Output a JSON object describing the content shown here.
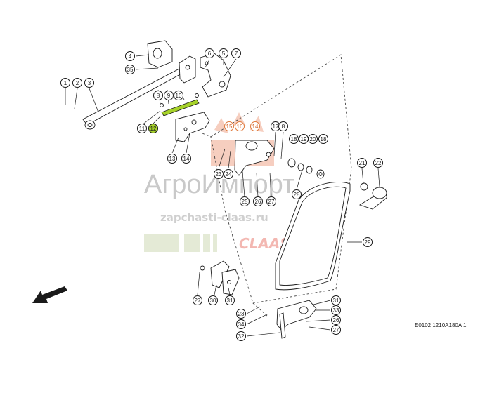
{
  "diagram_ref": "E0102 1210A180A 1",
  "watermark": {
    "brand_text": "АгроИмпорт",
    "url": "zapchasti-claas.ru",
    "logo": "CLAAS"
  },
  "highlight_color": "#a6d22a",
  "orange_callout_color": "#e07a3c",
  "callouts": [
    {
      "label": "4"
    },
    {
      "label": "35"
    },
    {
      "label": "6"
    },
    {
      "label": "5"
    },
    {
      "label": "7"
    },
    {
      "label": "1"
    },
    {
      "label": "2"
    },
    {
      "label": "3"
    },
    {
      "label": "8"
    },
    {
      "label": "9"
    },
    {
      "label": "10"
    },
    {
      "label": "11"
    },
    {
      "label": "12",
      "highlight": true
    },
    {
      "label": "13"
    },
    {
      "label": "14"
    },
    {
      "label": "15",
      "orange": true
    },
    {
      "label": "16",
      "orange": true
    },
    {
      "label": "14",
      "orange": true
    },
    {
      "label": "17"
    },
    {
      "label": "8"
    },
    {
      "label": "18"
    },
    {
      "label": "19"
    },
    {
      "label": "20"
    },
    {
      "label": "18"
    },
    {
      "label": "23"
    },
    {
      "label": "24"
    },
    {
      "label": "25"
    },
    {
      "label": "26"
    },
    {
      "label": "27"
    },
    {
      "label": "28"
    },
    {
      "label": "21"
    },
    {
      "label": "22"
    },
    {
      "label": "29"
    },
    {
      "label": "27"
    },
    {
      "label": "30"
    },
    {
      "label": "31"
    },
    {
      "label": "23"
    },
    {
      "label": "34"
    },
    {
      "label": "32"
    },
    {
      "label": "31"
    },
    {
      "label": "33"
    },
    {
      "label": "26"
    },
    {
      "label": "27"
    }
  ]
}
